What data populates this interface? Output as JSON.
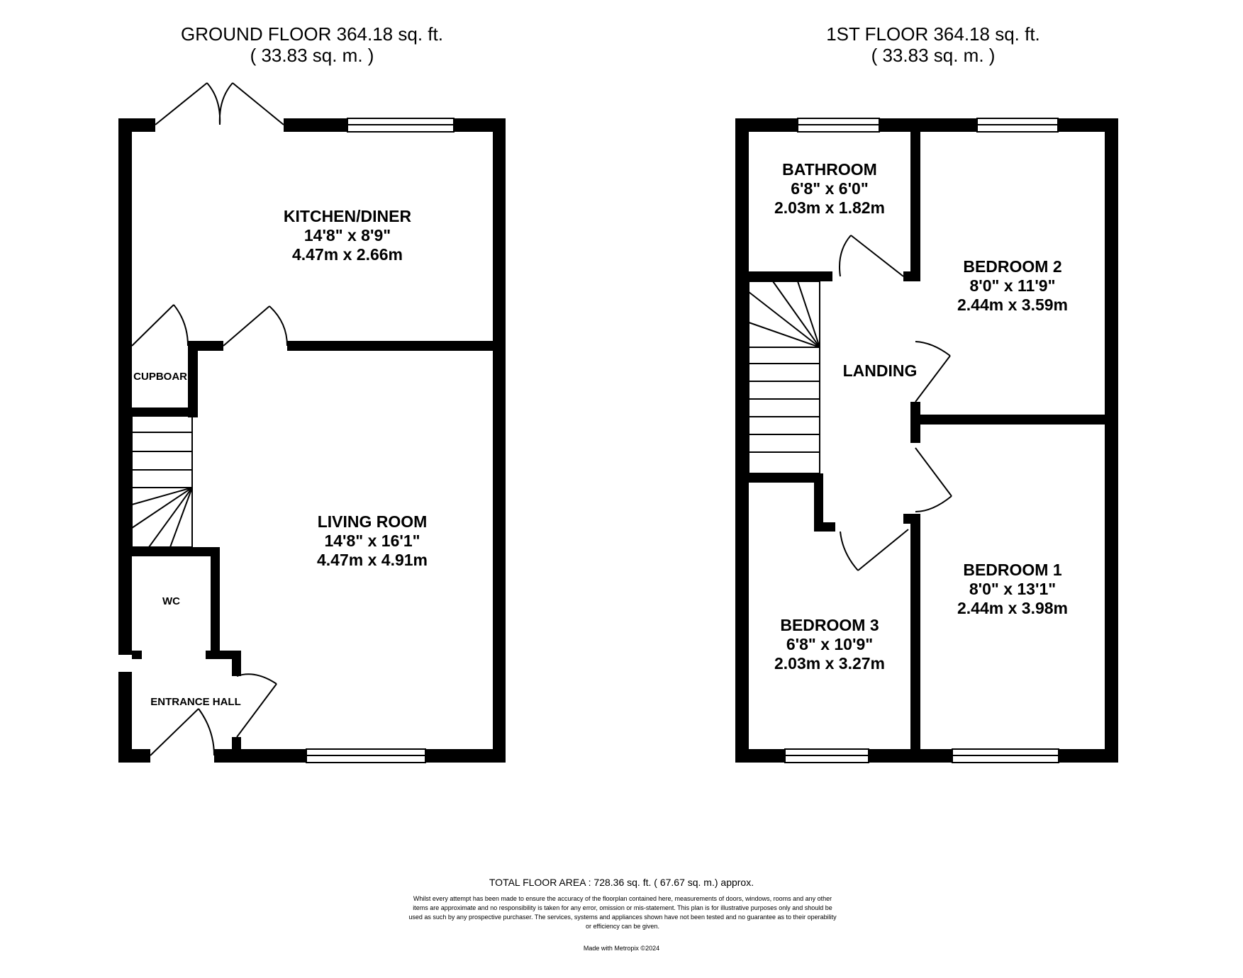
{
  "ground_floor": {
    "title": "GROUND FLOOR 364.18 sq. ft.",
    "subtitle": "( 33.83 sq. m. )",
    "rooms": {
      "kitchen": {
        "name": "KITCHEN/DINER",
        "imperial": "14'8\" x 8'9\"",
        "metric": "4.47m x 2.66m"
      },
      "living": {
        "name": "LIVING ROOM",
        "imperial": "14'8\" x 16'1\"",
        "metric": "4.47m x 4.91m"
      },
      "cupboard": {
        "name": "CUPBOARD"
      },
      "wc": {
        "name": "WC"
      },
      "hall": {
        "name": "ENTRANCE HALL"
      }
    }
  },
  "first_floor": {
    "title": "1ST FLOOR 364.18 sq. ft.",
    "subtitle": "( 33.83 sq. m. )",
    "rooms": {
      "bathroom": {
        "name": "BATHROOM",
        "imperial": "6'8\" x 6'0\"",
        "metric": "2.03m x 1.82m"
      },
      "bedroom2": {
        "name": "BEDROOM 2",
        "imperial": "8'0\" x 11'9\"",
        "metric": "2.44m x 3.59m"
      },
      "landing": {
        "name": "LANDING"
      },
      "bedroom1": {
        "name": "BEDROOM 1",
        "imperial": "8'0\" x 13'1\"",
        "metric": "2.44m x 3.98m"
      },
      "bedroom3": {
        "name": "BEDROOM 3",
        "imperial": "6'8\" x 10'9\"",
        "metric": "2.03m x 3.27m"
      }
    }
  },
  "footer": {
    "total": "TOTAL FLOOR AREA : 728.36 sq. ft. ( 67.67 sq. m.) approx.",
    "disclaimer": "Whilst every attempt has been made to ensure the accuracy of the floorplan contained here, measurements of doors, windows, rooms and any other items are approximate and no responsibility is taken for any error, omission or mis-statement. This plan is for illustrative purposes only and should be used as such by any prospective purchaser. The services, systems and appliances shown have not been tested and no guarantee as to their operability or efficiency can be given.",
    "made_with": "Made with Metropix ©2024"
  },
  "colors": {
    "wall": "#000000",
    "background": "#ffffff",
    "line": "#000000"
  }
}
